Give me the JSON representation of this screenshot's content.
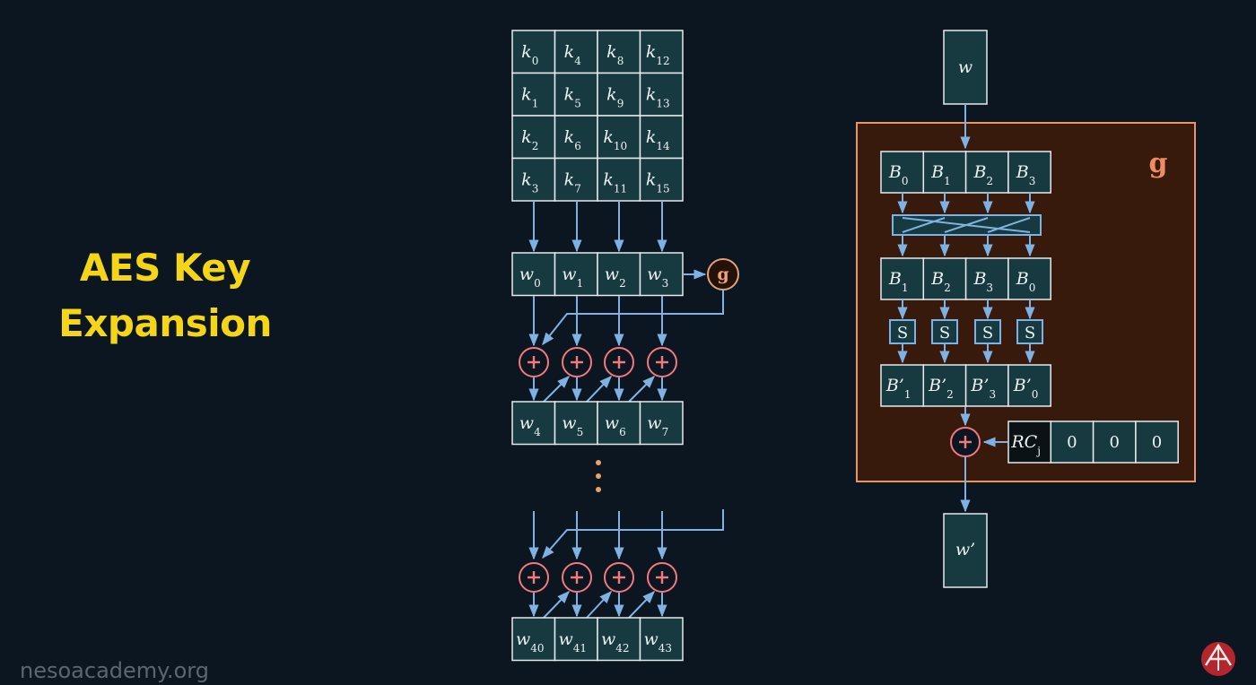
{
  "title": {
    "line1": "AES Key",
    "line2": "Expansion"
  },
  "footer": "nesoacademy.org",
  "key_matrix": [
    [
      "k",
      "0"
    ],
    [
      "k",
      "4"
    ],
    [
      "k",
      "8"
    ],
    [
      "k",
      "12"
    ],
    [
      "k",
      "1"
    ],
    [
      "k",
      "5"
    ],
    [
      "k",
      "9"
    ],
    [
      "k",
      "13"
    ],
    [
      "k",
      "2"
    ],
    [
      "k",
      "6"
    ],
    [
      "k",
      "10"
    ],
    [
      "k",
      "14"
    ],
    [
      "k",
      "3"
    ],
    [
      "k",
      "7"
    ],
    [
      "k",
      "11"
    ],
    [
      "k",
      "15"
    ]
  ],
  "words_row1": [
    [
      "w",
      "0"
    ],
    [
      "w",
      "1"
    ],
    [
      "w",
      "2"
    ],
    [
      "w",
      "3"
    ]
  ],
  "words_row2": [
    [
      "w",
      "4"
    ],
    [
      "w",
      "5"
    ],
    [
      "w",
      "6"
    ],
    [
      "w",
      "7"
    ]
  ],
  "words_row3": [
    [
      "w",
      "40"
    ],
    [
      "w",
      "41"
    ],
    [
      "w",
      "42"
    ],
    [
      "w",
      "43"
    ]
  ],
  "g_small": "g",
  "g_label": "g",
  "g_input": "w",
  "g_output": "w’",
  "bytes_initial": [
    [
      "B",
      "0"
    ],
    [
      "B",
      "1"
    ],
    [
      "B",
      "2"
    ],
    [
      "B",
      "3"
    ]
  ],
  "bytes_rotated": [
    [
      "B",
      "1"
    ],
    [
      "B",
      "2"
    ],
    [
      "B",
      "3"
    ],
    [
      "B",
      "0"
    ]
  ],
  "sbox_label": "S",
  "bytes_sub": [
    [
      "B’",
      "1"
    ],
    [
      "B’",
      "2"
    ],
    [
      "B’",
      "3"
    ],
    [
      "B’",
      "0"
    ]
  ],
  "rcon": {
    "main": "RC",
    "sub": "j",
    "values": [
      "0",
      "0",
      "0"
    ]
  },
  "colors": {
    "accent": "#f4d518",
    "arrow": "#7fb2e4",
    "xor": "#f07a80",
    "g_box": "#381a0c"
  }
}
